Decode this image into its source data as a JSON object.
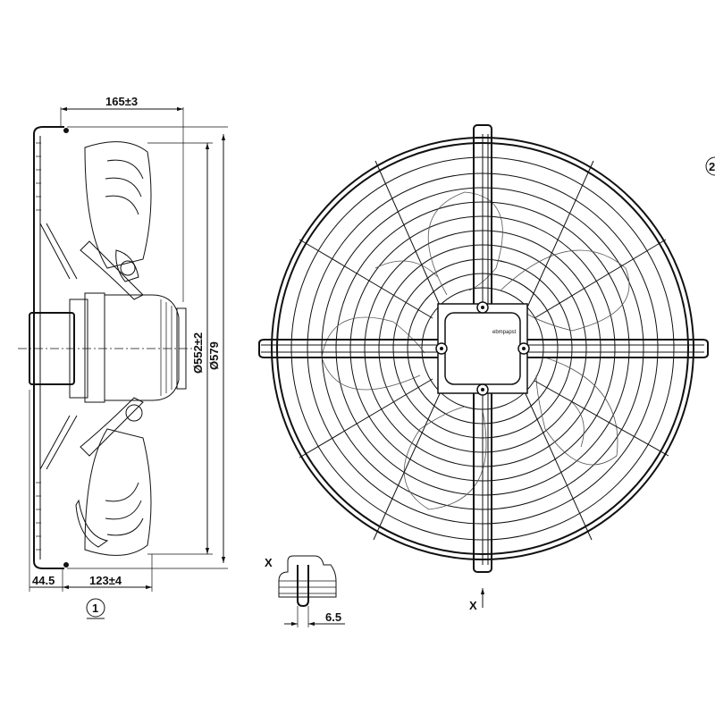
{
  "dimensions": {
    "depth_top": "165±3",
    "diameter_inner": "Ø552±2",
    "diameter_outer": "Ø579",
    "left_offset": "44.5",
    "bottom_depth": "123±4",
    "clip_width": "6.5"
  },
  "markers": {
    "side_view_callout": "1",
    "front_view_callout": "2",
    "detail_label": "X",
    "view_arrow_label": "X"
  },
  "brand_plate": "ebmpapst"
}
